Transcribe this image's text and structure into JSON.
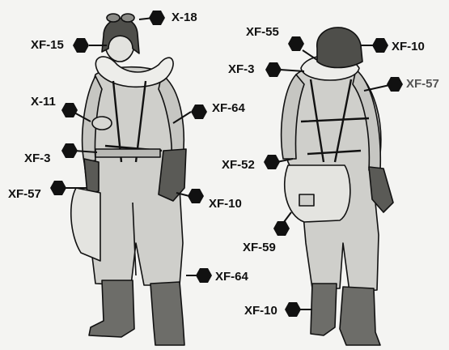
{
  "callouts": {
    "front": {
      "x18": "X-18",
      "xf15": "XF-15",
      "x11": "X-11",
      "xf64_upper": "XF-64",
      "xf3": "XF-3",
      "xf57": "XF-57",
      "xf10": "XF-10",
      "xf64_lower": "XF-64"
    },
    "back": {
      "xf55": "XF-55",
      "xf10_upper": "XF-10",
      "xf3": "XF-3",
      "xf57": "XF-57",
      "xf52": "XF-52",
      "xf59": "XF-59",
      "xf10_lower": "XF-10"
    }
  },
  "colors": {
    "ink": "#111111",
    "paper": "#f4f4f2",
    "suit": "#cfcfcb",
    "boots": "#6d6d69",
    "gloves": "#5a5a56",
    "collar": "#ededea"
  }
}
